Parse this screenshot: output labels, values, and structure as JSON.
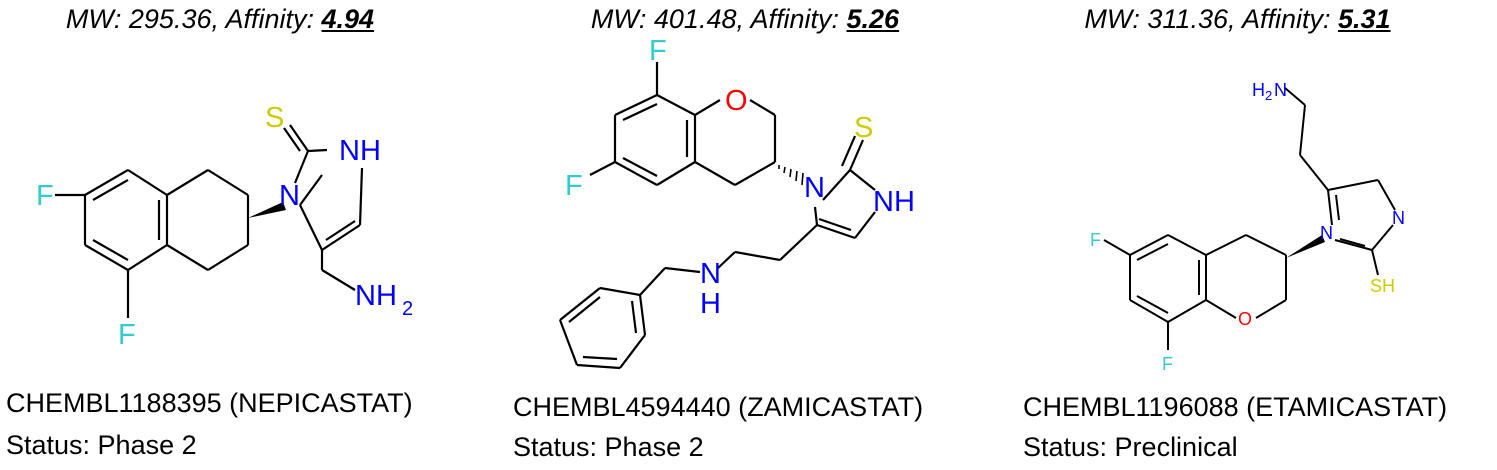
{
  "compounds": [
    {
      "mw_line": "MW: 295.36, Affinity: ",
      "affinity": "4.94",
      "id_line": "CHEMBL1188395 (NEPICASTAT)",
      "status_line": "Status: Phase 2",
      "atoms": {
        "F1": "F",
        "F2": "F",
        "S": "S",
        "NH": "NH",
        "N": "N",
        "NH2": "NH",
        "sub2": "2"
      }
    },
    {
      "mw_line": "MW: 401.48, Affinity: ",
      "affinity": "5.26",
      "id_line": "CHEMBL4594440 (ZAMICASTAT)",
      "status_line": "Status: Phase 2",
      "atoms": {
        "F1": "F",
        "F2": "F",
        "O": "O",
        "S": "S",
        "N": "N",
        "NH": "NH",
        "NHb": "N",
        "Hb": "H"
      }
    },
    {
      "mw_line": "MW: 311.36, Affinity: ",
      "affinity": "5.31",
      "id_line": "CHEMBL1196088 (ETAMICASTAT)",
      "status_line": "Status: Preclinical",
      "atoms": {
        "H2N": "H",
        "sub2": "2",
        "Nt": "N",
        "N1": "N",
        "N2": "N",
        "SH": "SH",
        "F1": "F",
        "F2": "F",
        "O": "O"
      }
    }
  ],
  "colors": {
    "fluorine": "#33cccc",
    "sulfur": "#cccc00",
    "nitrogen": "#0000ff",
    "oxygen": "#ff0000",
    "bond": "#000000"
  }
}
